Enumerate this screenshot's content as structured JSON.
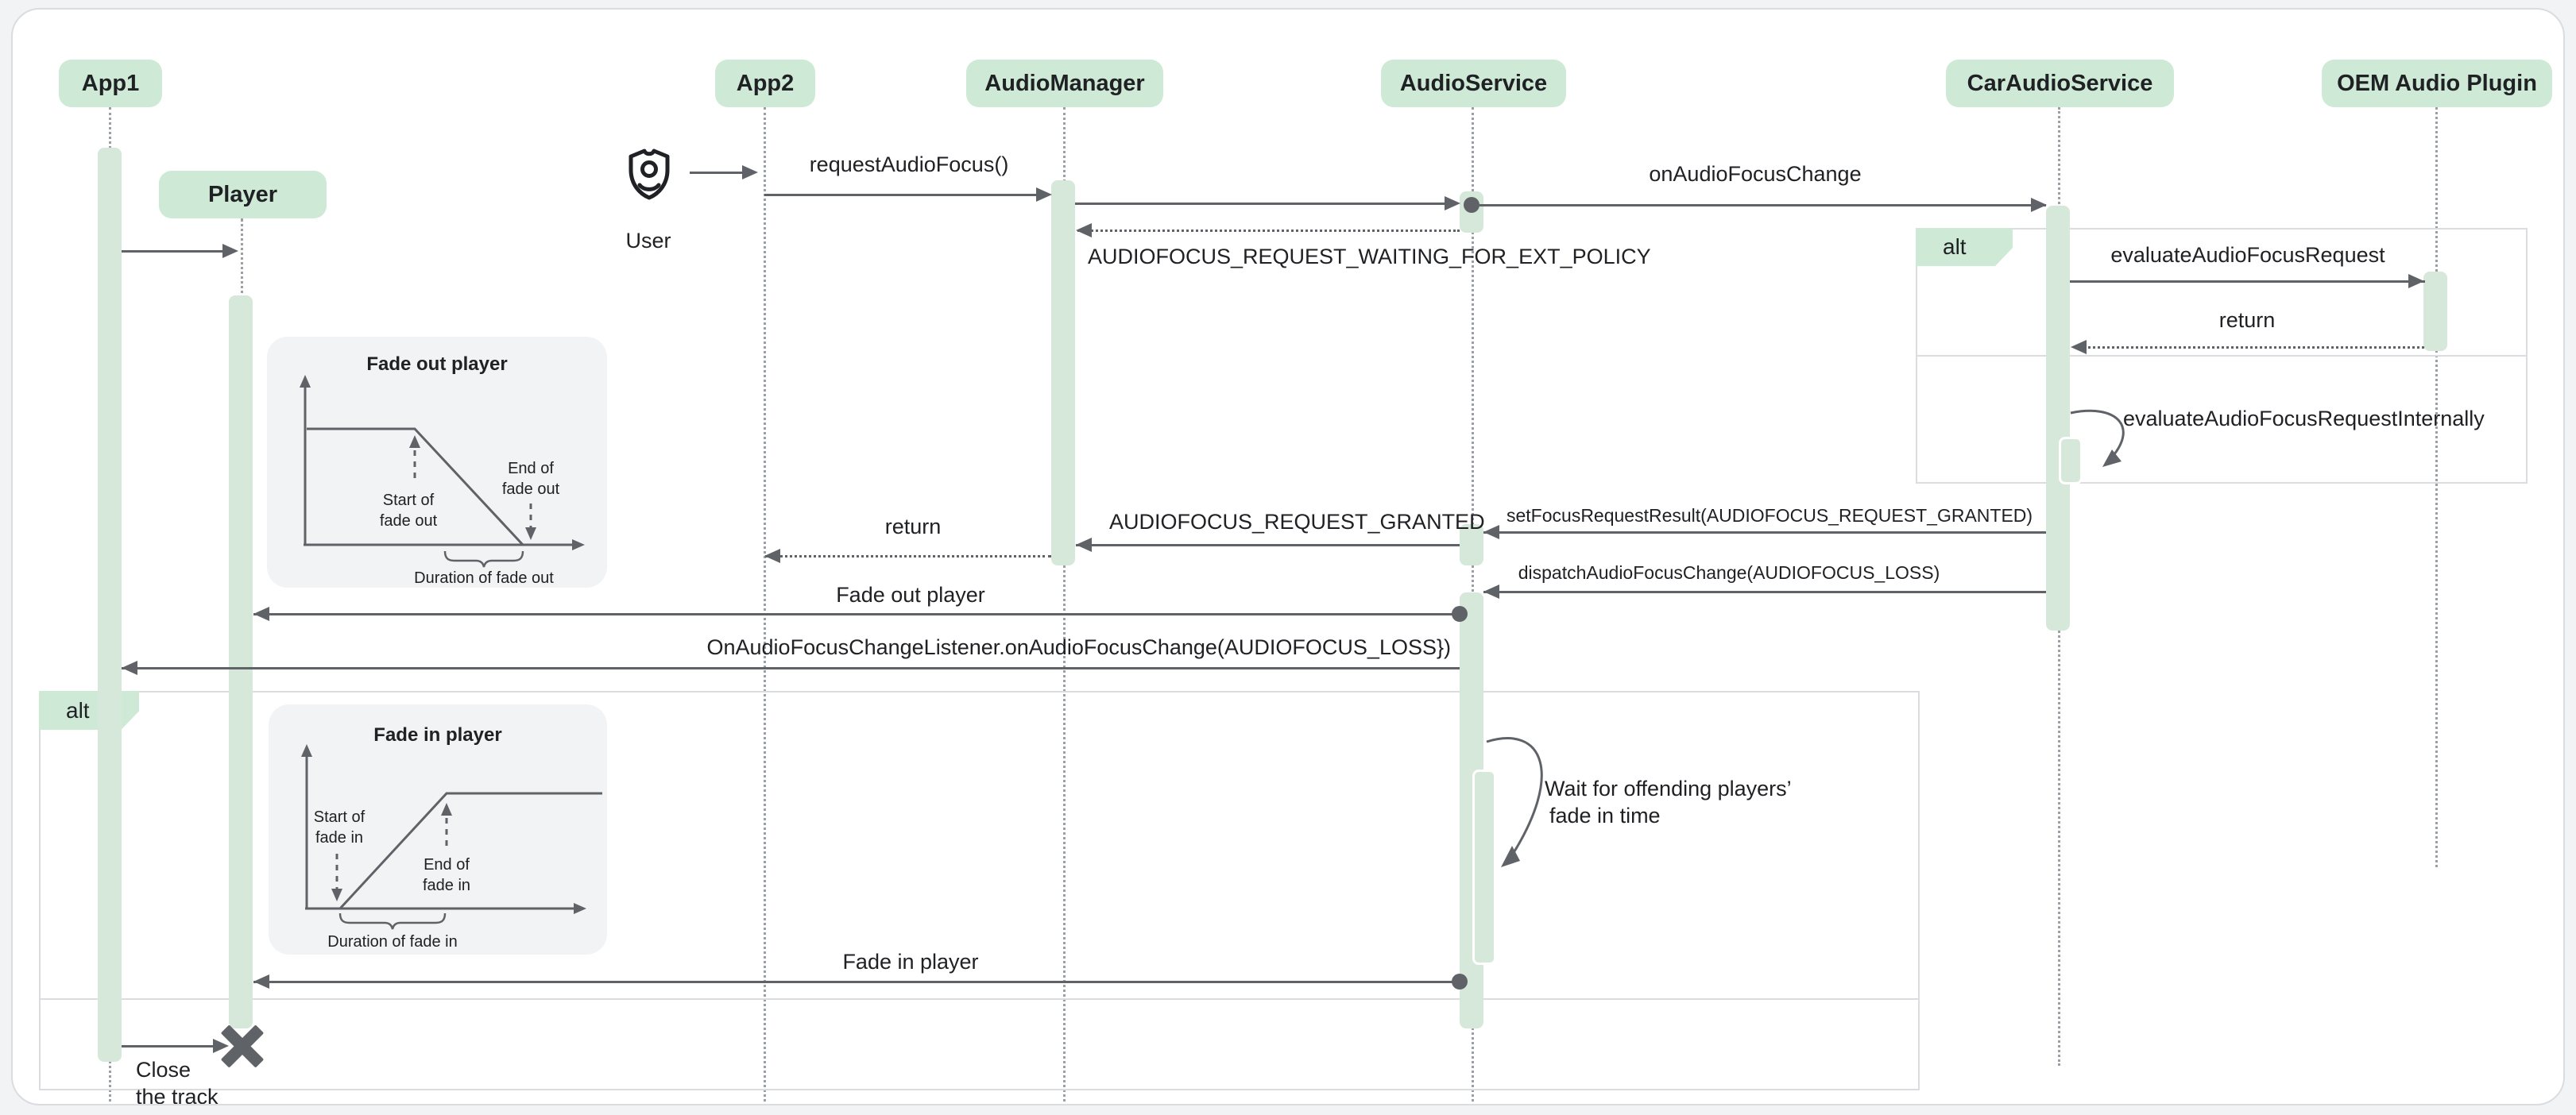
{
  "participants": [
    {
      "label": "App1"
    },
    {
      "label": "App2"
    },
    {
      "label": "AudioManager"
    },
    {
      "label": "AudioService"
    },
    {
      "label": "CarAudioService"
    },
    {
      "label": "OEM Audio Plugin"
    }
  ],
  "player": {
    "label": "Player"
  },
  "actor": {
    "label": "User"
  },
  "fragments": [
    {
      "label": "alt"
    },
    {
      "label": "alt"
    }
  ],
  "messages": {
    "request_audio_focus": "requestAudioFocus()",
    "on_audio_focus_change": "onAudioFocusChange",
    "waiting": "AUDIOFOCUS_REQUEST_WAITING_FOR_EXT_POLICY",
    "evaluate": "evaluateAudioFocusRequest",
    "return_oem": "return",
    "evaluate_internally": "evaluateAudioFocusRequestInternally",
    "set_focus_result": "setFocusRequestResult(AUDIOFOCUS_REQUEST_GRANTED)",
    "granted": "AUDIOFOCUS_REQUEST_GRANTED",
    "return_app2": "return",
    "dispatch": "dispatchAudioFocusChange(AUDIOFOCUS_LOSS)",
    "fade_out": "Fade out player",
    "on_focus_listener": "OnAudioFocusChangeListener.onAudioFocusChange(AUDIOFOCUS_LOSS})",
    "fade_in": "Fade in player",
    "wait_line1": "Wait for offending players’",
    "wait_line2": "fade in time",
    "close_line1": "Close",
    "close_line2": "the track"
  },
  "insets": {
    "fade_out": {
      "title": "Fade out player",
      "start_1": "Start of",
      "start_2": "fade out",
      "end_1": "End of",
      "end_2": "fade out",
      "duration": "Duration of fade out"
    },
    "fade_in": {
      "title": "Fade in player",
      "start_1": "Start of",
      "start_2": "fade in",
      "end_1": "End of",
      "end_2": "fade in",
      "duration": "Duration of fade in"
    }
  },
  "colors": {
    "participant_fill": "#ceead6",
    "activation_fill": "#d6e8da",
    "line": "#5f6368",
    "text": "#202124",
    "frame_border": "#dadce0",
    "inset_fill": "#f1f3f4",
    "panel_fill": "#ffffff",
    "page_fill": "#f1f3f4"
  }
}
